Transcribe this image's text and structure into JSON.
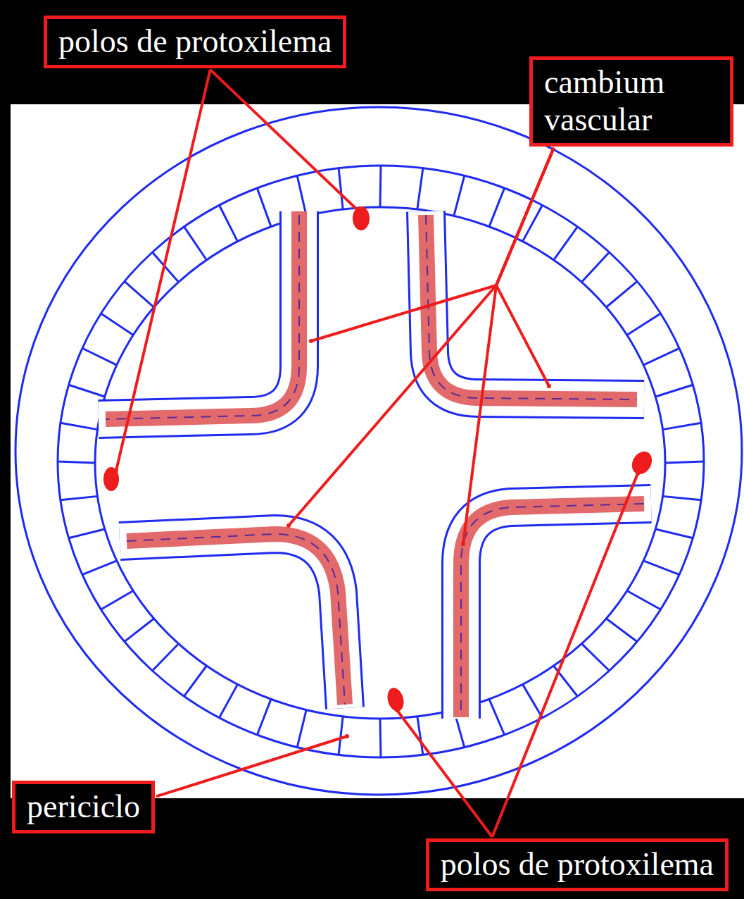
{
  "diagram": {
    "nodes": [
      {
        "text": [
          "polos de protoxilema"
        ]
      },
      {
        "text": [
          "cambium vascular"
        ]
      },
      {
        "text": [
          "periciclo"
        ]
      },
      {
        "text": [
          "polos de protoxilema"
        ]
      }
    ]
  }
}
